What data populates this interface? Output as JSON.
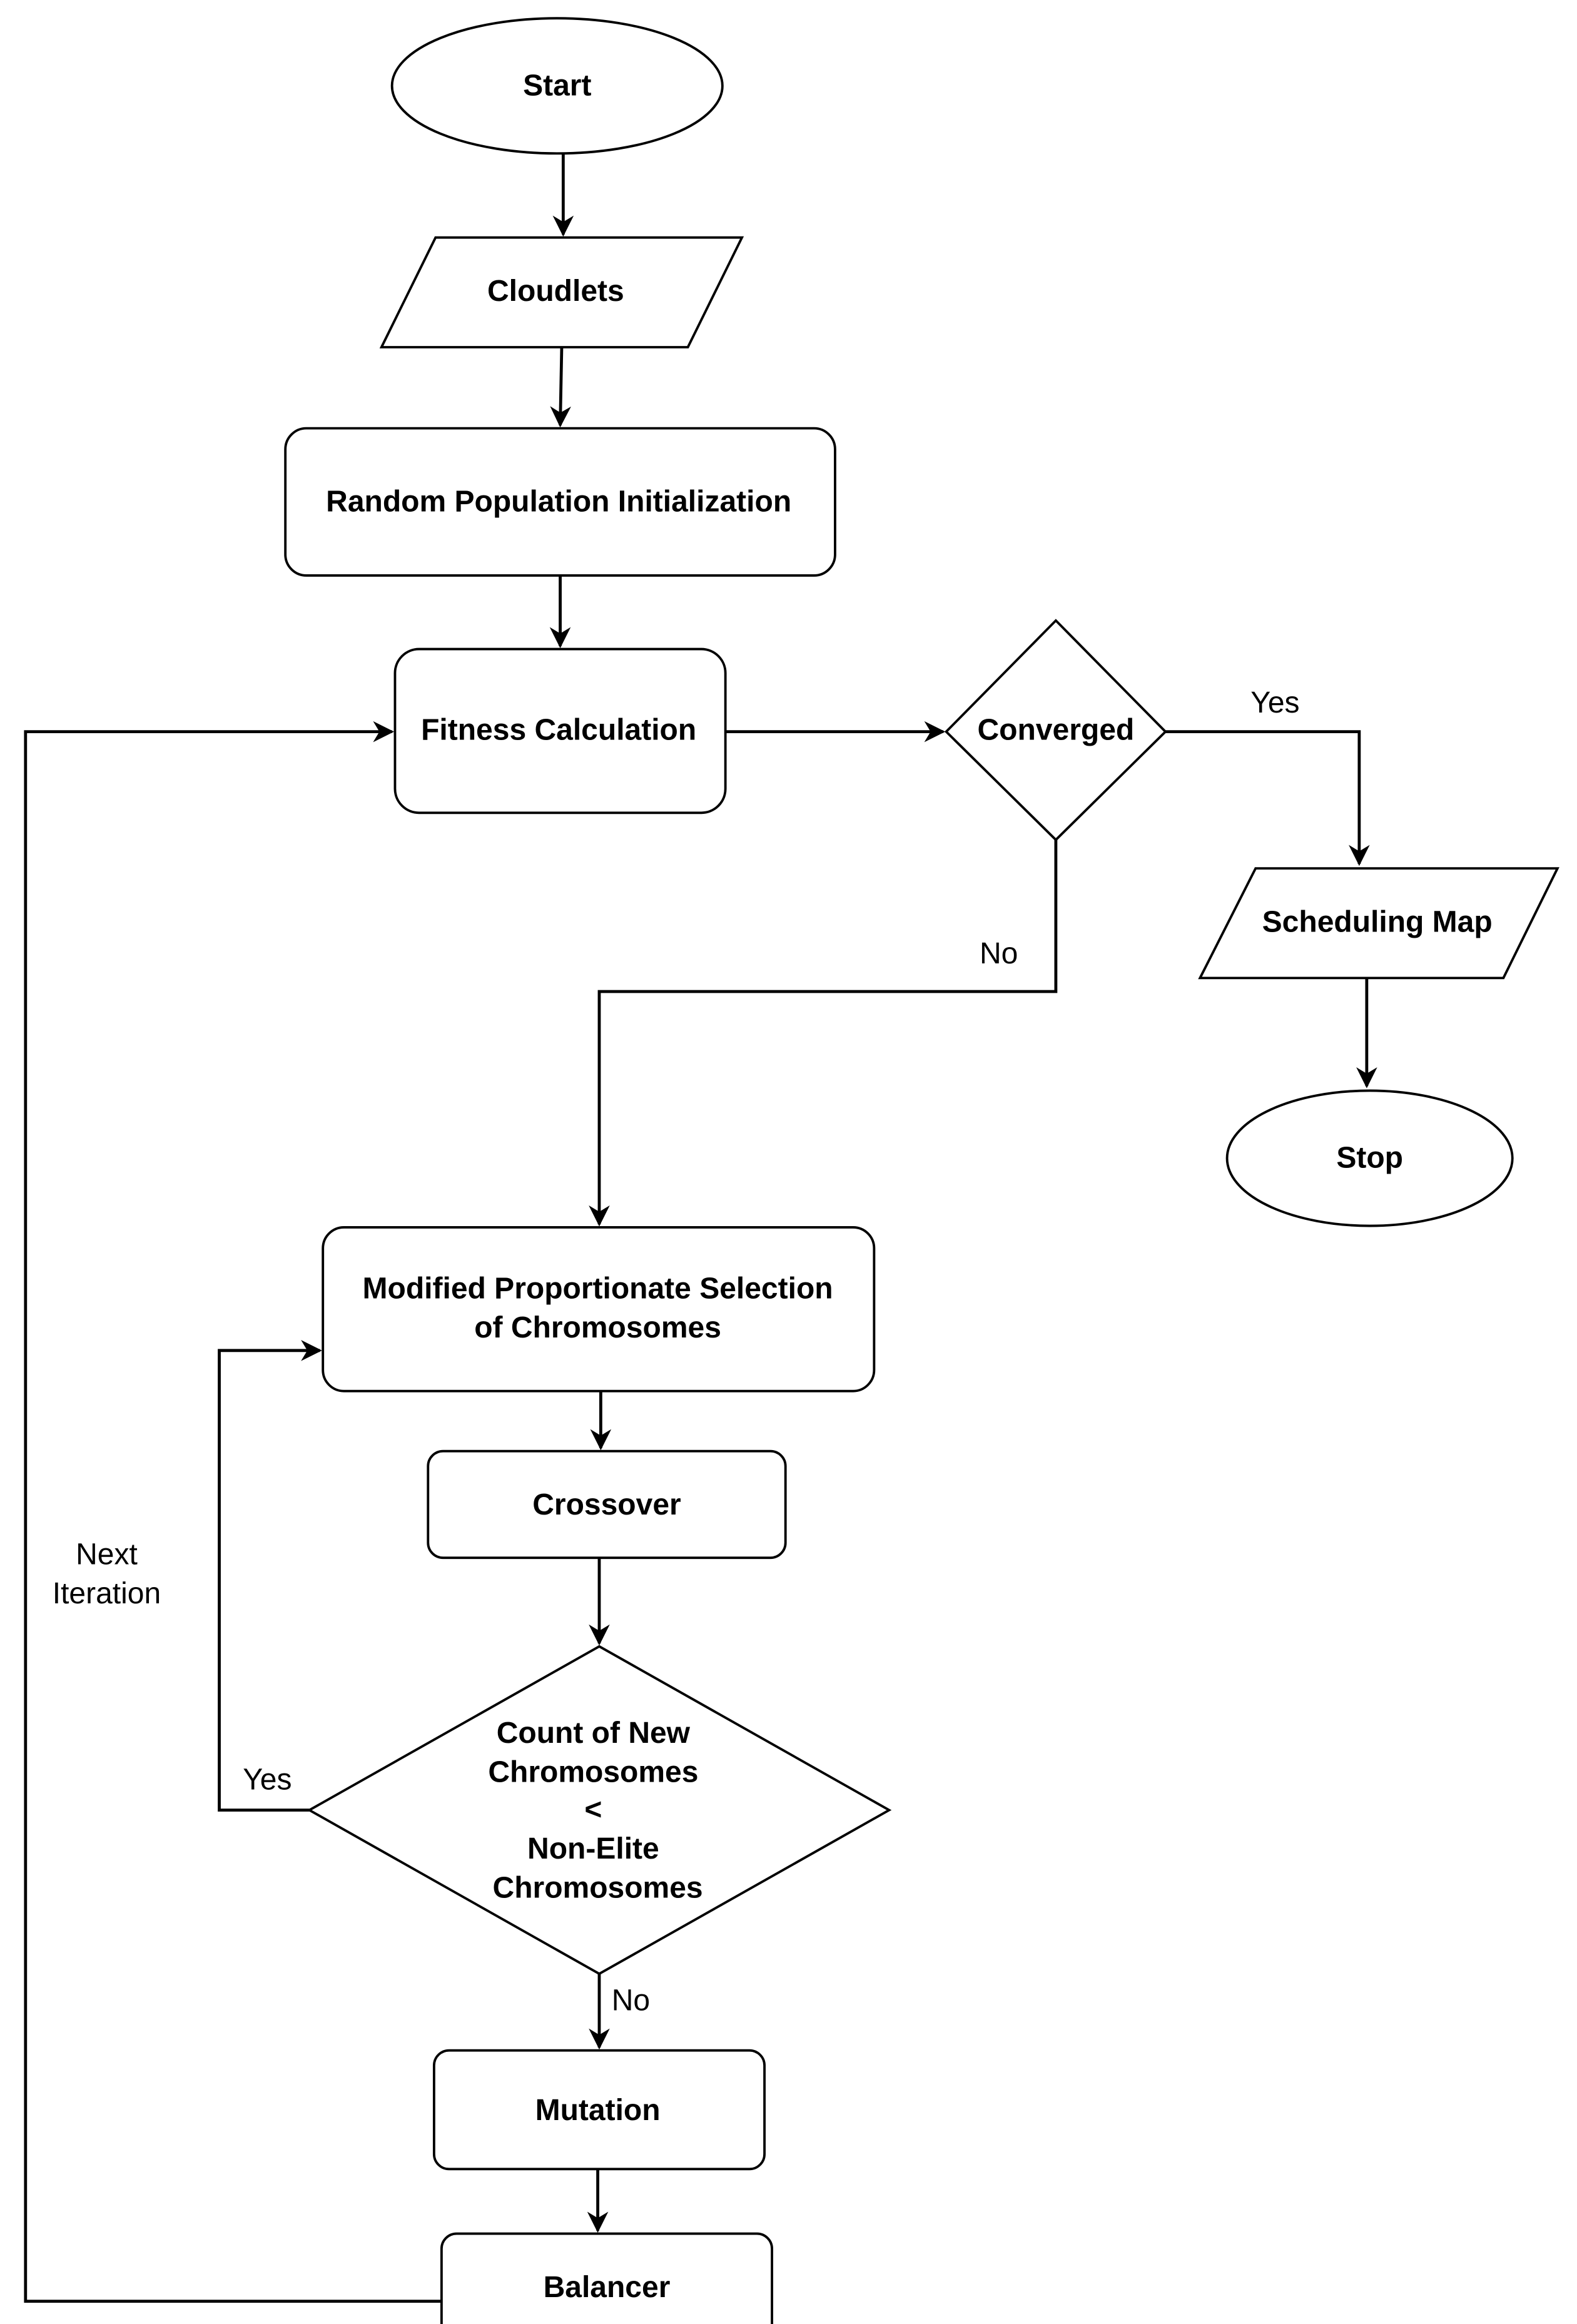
{
  "nodes": {
    "start": "Start",
    "cloudlets": "Cloudlets",
    "random_init": "Random Population Initialization",
    "fitness": "Fitness Calculation",
    "converged": "Converged",
    "scheduling_map": "Scheduling Map",
    "stop": "Stop",
    "selection": [
      "Modified Proportionate Selection",
      "of Chromosomes"
    ],
    "crossover": "Crossover",
    "count_check": [
      "Count of New",
      "Chromosomes",
      "<",
      "Non-Elite",
      "Chromosomes"
    ],
    "mutation": "Mutation",
    "balancer": "Balancer"
  },
  "edges": {
    "converged_yes": "Yes",
    "converged_no": "No",
    "count_yes": "Yes",
    "count_no": "No",
    "next_iteration": [
      "Next",
      "Iteration"
    ]
  }
}
